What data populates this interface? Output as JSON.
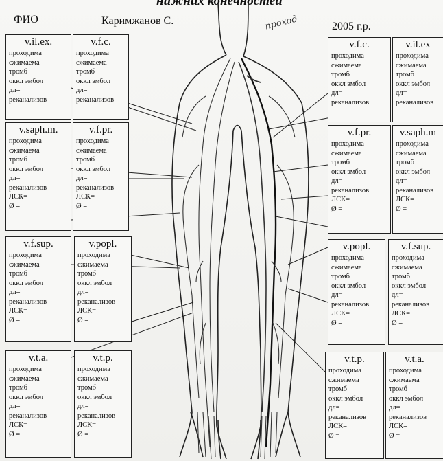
{
  "header": {
    "fio_label": "ФИО",
    "patient_name": "Каримжанов С.",
    "year": "2005 г.р.",
    "title_fragment": "нижних конечностей",
    "handwritten_note": "проход"
  },
  "lines": {
    "passable": "проходима",
    "compressible": "сжимаема",
    "thrombus": "тромб",
    "occl_embol": "оккл эмбол",
    "length": "дл=",
    "recanal": "реканализов",
    "lsk": "ЛСК=",
    "diameter": "Ø ="
  },
  "boxes": [
    {
      "id": "l-vil",
      "title": "v.il.ex."
    },
    {
      "id": "l-vfc",
      "title": "v.f.c."
    },
    {
      "id": "l-vsaph",
      "title": "v.saph.m."
    },
    {
      "id": "l-vfpr",
      "title": "v.f.pr."
    },
    {
      "id": "l-vfsup",
      "title": "v.f.sup."
    },
    {
      "id": "l-vpopl",
      "title": "v.popl."
    },
    {
      "id": "l-vta",
      "title": "v.t.a."
    },
    {
      "id": "l-vtp",
      "title": "v.t.p."
    },
    {
      "id": "r-vfc",
      "title": "v.f.c."
    },
    {
      "id": "r-vil",
      "title": "v.il.ex"
    },
    {
      "id": "r-vfpr",
      "title": "v.f.pr."
    },
    {
      "id": "r-vsaph",
      "title": "v.saph.m"
    },
    {
      "id": "r-vpopl",
      "title": "v.popl."
    },
    {
      "id": "r-vfsup",
      "title": "v.f.sup."
    },
    {
      "id": "r-vtp",
      "title": "v.t.p."
    },
    {
      "id": "r-vta",
      "title": "v.t.a."
    }
  ]
}
